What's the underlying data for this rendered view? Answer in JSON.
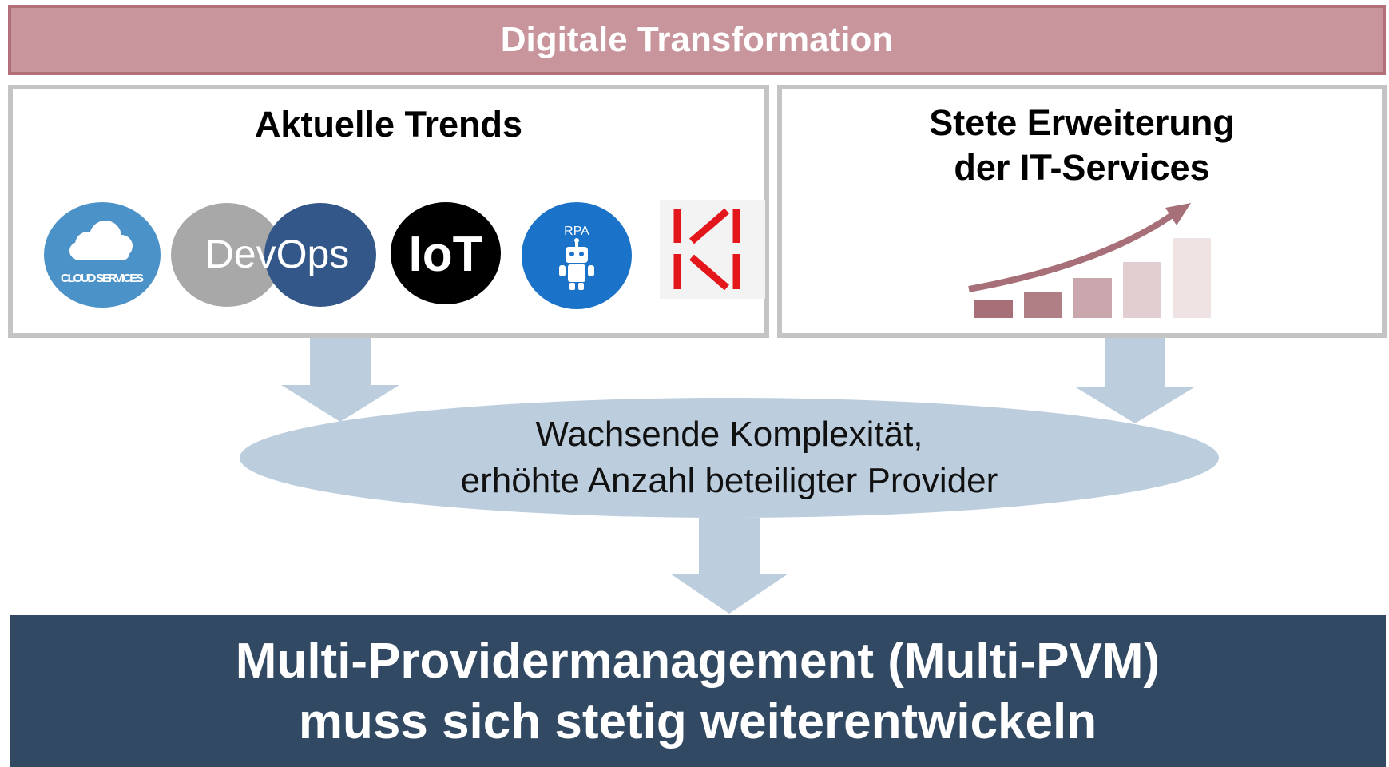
{
  "banner": {
    "title": "Digitale Transformation"
  },
  "left_panel": {
    "title": "Aktuelle Trends",
    "logos": {
      "cloud": {
        "icon": "cloud-services-icon",
        "label": "CLOUD SERVICES"
      },
      "devops": {
        "icon": "devops-logo",
        "label_dev": "Dev",
        "label_ops": "Ops"
      },
      "iot": {
        "icon": "iot-logo",
        "label": "IoT"
      },
      "rpa": {
        "icon": "rpa-robot-icon",
        "label": "RPA"
      },
      "ki": {
        "icon": "ki-logo"
      }
    }
  },
  "right_panel": {
    "title_line1": "Stete Erweiterung",
    "title_line2": "der IT-Services",
    "icon": "growth-bar-chart-icon"
  },
  "middle": {
    "line1": "Wachsende Komplexität,",
    "line2": "erhöhte Anzahl beteiligter Provider"
  },
  "bottom": {
    "line1": "Multi-Providermanagement (Multi-PVM)",
    "line2": "muss sich stetig weiterentwickeln"
  },
  "colors": {
    "banner_fill": "#c8959c",
    "banner_border": "#b16f79",
    "arrow": "#bccdde",
    "bottom_fill": "#324963",
    "panel_border": "#c4c4c4"
  }
}
